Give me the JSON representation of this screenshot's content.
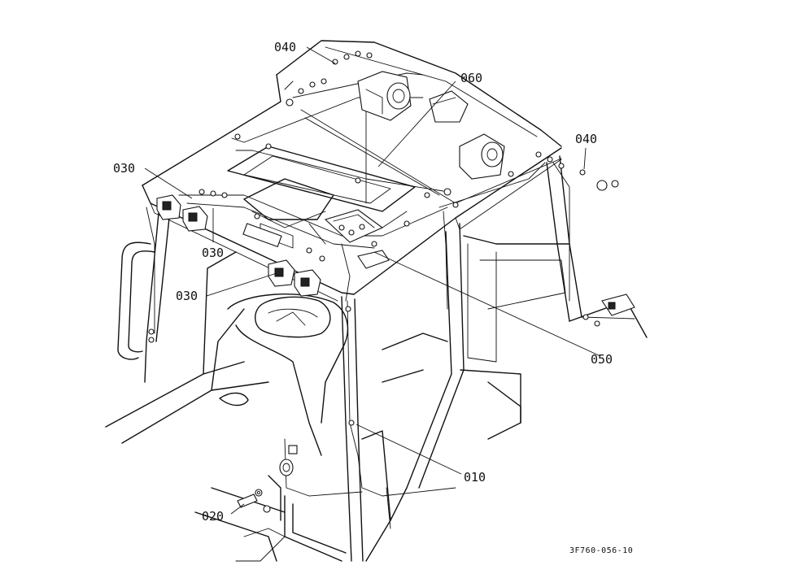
{
  "labels": [
    {
      "id": "040-top",
      "text": "040"
    },
    {
      "id": "060",
      "text": "060"
    },
    {
      "id": "040-right",
      "text": "040"
    },
    {
      "id": "030-a",
      "text": "030"
    },
    {
      "id": "030-b",
      "text": "030"
    },
    {
      "id": "030-c",
      "text": "030"
    },
    {
      "id": "050",
      "text": "050"
    },
    {
      "id": "010",
      "text": "010"
    },
    {
      "id": "020",
      "text": "020"
    }
  ],
  "drawing_code": "3F760-056-10"
}
